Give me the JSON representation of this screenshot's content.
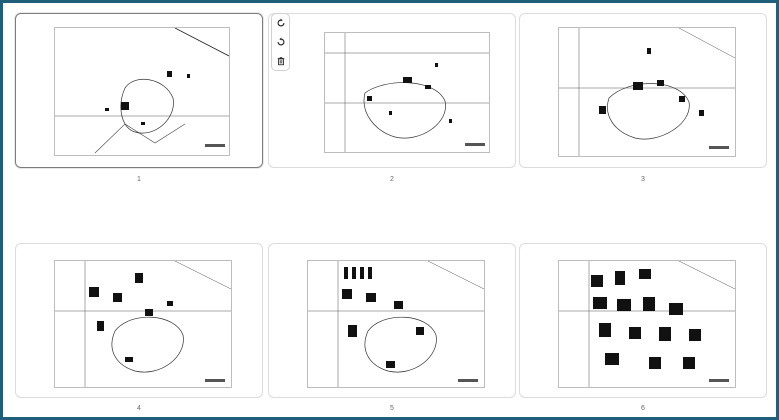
{
  "toolbar": {
    "icons": [
      "rotate-clockwise-icon",
      "rotate-counterclockwise-icon",
      "trash-icon"
    ]
  },
  "pages": [
    {
      "label": "1",
      "selected": true
    },
    {
      "label": "2",
      "selected": false
    },
    {
      "label": "3",
      "selected": false
    },
    {
      "label": "4",
      "selected": false
    },
    {
      "label": "5",
      "selected": false
    },
    {
      "label": "6",
      "selected": false
    }
  ],
  "colors": {
    "frame": "#1f5f7a",
    "card_border": "#dcdcdc",
    "selected_border": "#7d7d7d",
    "map_ink": "#111111"
  }
}
